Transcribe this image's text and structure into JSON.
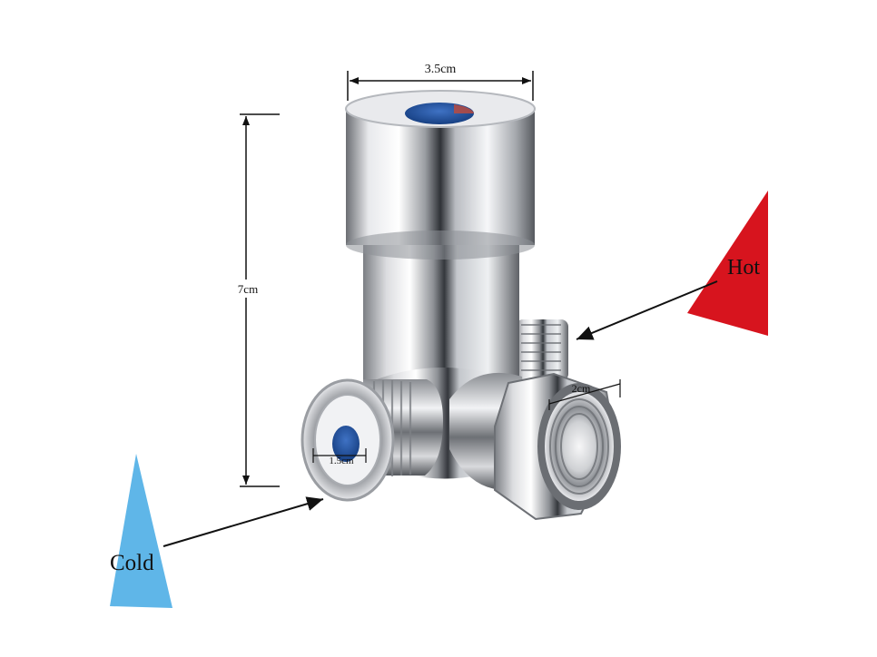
{
  "dimensions": {
    "width_label": "3.5cm",
    "height_label": "7cm",
    "outlet_label": "2cm",
    "inlet_label": "1.5cm"
  },
  "labels": {
    "hot": "Hot",
    "cold": "Cold"
  },
  "colors": {
    "hot": "#d7141e",
    "cold": "#5fb6e8",
    "chrome_dark": "#4a4d52",
    "chrome_light": "#f4f5f7",
    "knob_blue": "#1d4f9c"
  }
}
